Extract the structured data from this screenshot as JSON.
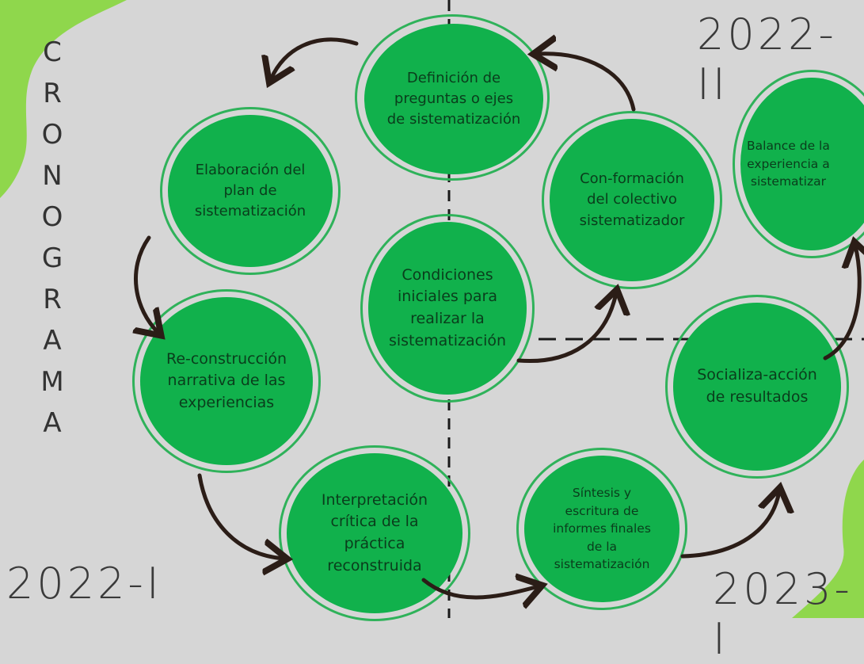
{
  "title_letters": [
    "C",
    "R",
    "O",
    "N",
    "O",
    "G",
    "R",
    "A",
    "M",
    "A"
  ],
  "periods": {
    "p1": "2022-I",
    "p2": "2022-II",
    "p3": "2023-I"
  },
  "nodes": {
    "definicion": "Definición de\npreguntas o ejes\nde sistematización",
    "elaboracion": "Elaboración del\nplan de\nsistematización",
    "conformacion": "Con-formación\ndel colectivo\nsistematizador",
    "balance": "Balance de la\nexperiencia a\nsistematizar",
    "condiciones": "Condiciones\niniciales para\nrealizar la\nsistematización",
    "reconstruccion": "Re-construcción\nnarrativa de las\nexperiencias",
    "socializa": "Socializa-acción\nde resultados",
    "interpretacion": "Interpretación\ncrítica de la\npráctica\nreconstruida",
    "sintesis": "Síntesis y\nescritura de\ninformes finales\nde la\nsistematización"
  },
  "colors": {
    "background": "#d6d6d6",
    "circle_fill": "#11b14c",
    "circle_ring": "#2fb25a",
    "label_text": "#0a3d1c",
    "corner_blob": "#8fd74c",
    "arrow": "#2b1d17"
  }
}
